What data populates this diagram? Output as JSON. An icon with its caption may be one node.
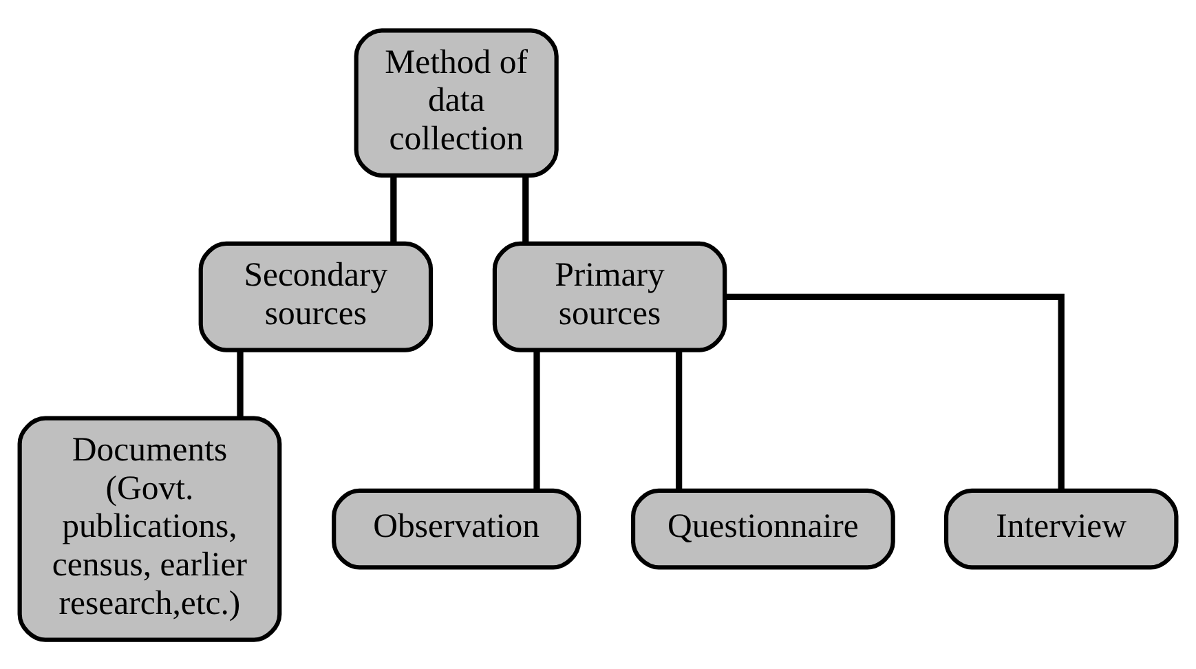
{
  "diagram": {
    "nodes": [
      {
        "text": [
          "Method of data collection"
        ]
      },
      {
        "text": [
          "Secondary sources"
        ]
      },
      {
        "text": [
          "Primary sources"
        ]
      },
      {
        "text": [
          "Documents",
          "(Govt. publications, census, earlier research,etc.)"
        ]
      },
      {
        "text": [
          "Observation"
        ]
      },
      {
        "text": [
          "Questionnaire"
        ]
      },
      {
        "text": [
          "Interview"
        ]
      }
    ],
    "edges": [
      {
        "from": 0,
        "to": 1,
        "arrow": "none"
      },
      {
        "from": 0,
        "to": 2,
        "arrow": "none"
      },
      {
        "from": 1,
        "to": 3,
        "arrow": "none"
      },
      {
        "from": 2,
        "to": 4,
        "arrow": "none"
      },
      {
        "from": 2,
        "to": 5,
        "arrow": "none"
      },
      {
        "from": 2,
        "to": 6,
        "arrow": "none"
      }
    ]
  }
}
